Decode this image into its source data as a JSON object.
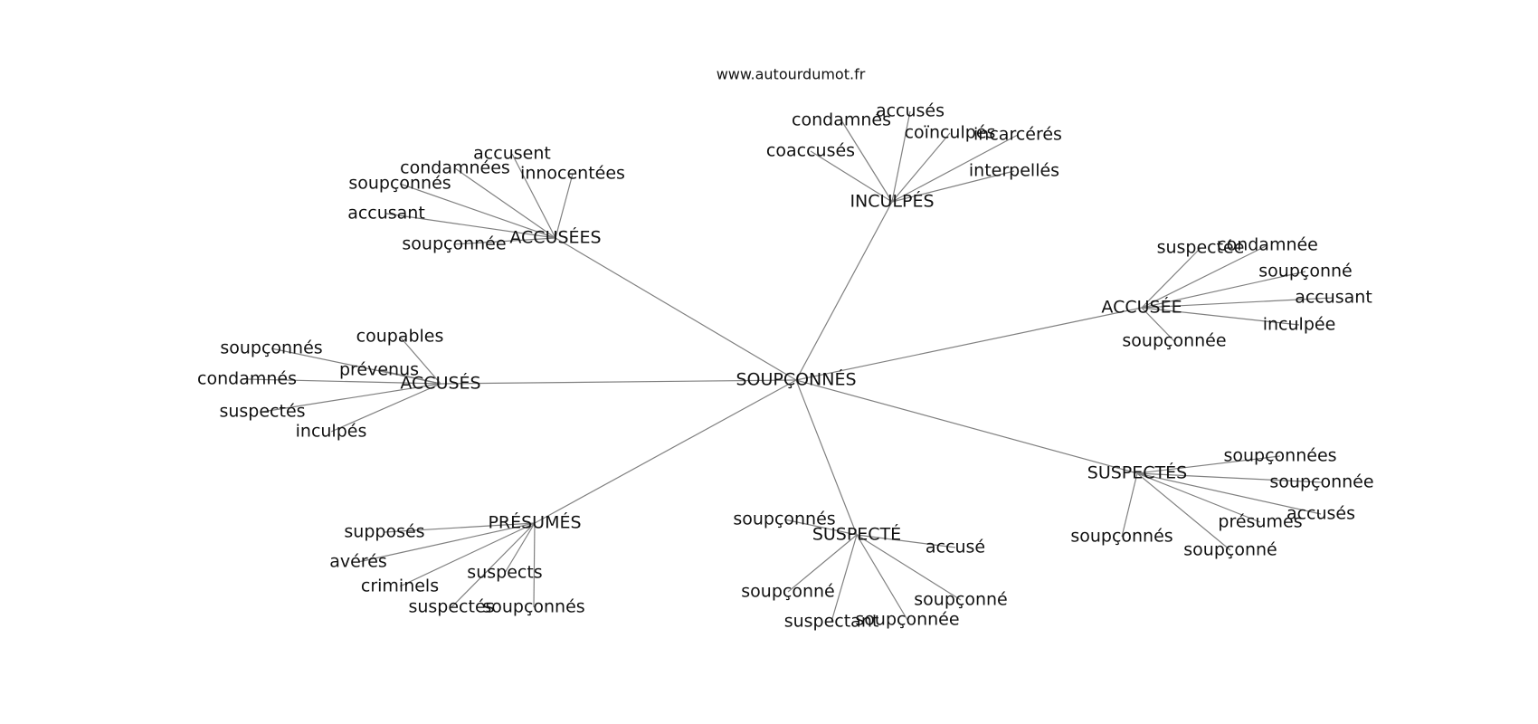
{
  "source": "www.autourdumot.fr",
  "graph": {
    "center": "SOUPÇONNÉS",
    "clusters": [
      {
        "hub": "ACCUSÉES",
        "leaves": [
          "accusent",
          "condamnées",
          "innocentées",
          "soupçonnés",
          "accusant",
          "soupçonnée"
        ]
      },
      {
        "hub": "INCULPÉS",
        "leaves": [
          "accusés",
          "condamnés",
          "coïnculpés",
          "incarcérés",
          "coaccusés",
          "interpellés"
        ]
      },
      {
        "hub": "ACCUSÉE",
        "leaves": [
          "suspectée",
          "condamnée",
          "soupçonné",
          "accusant",
          "inculpée",
          "soupçonnée"
        ]
      },
      {
        "hub": "ACCUSÉS",
        "leaves": [
          "coupables",
          "soupçonnés",
          "prévenus",
          "condamnés",
          "suspectés",
          "inculpés"
        ]
      },
      {
        "hub": "SUSPECTÉS",
        "leaves": [
          "soupçonnées",
          "soupçonnée",
          "accusés",
          "présumés",
          "soupçonnés",
          "soupçonné"
        ]
      },
      {
        "hub": "PRÉSUMÉS",
        "leaves": [
          "supposés",
          "avérés",
          "suspects",
          "criminels",
          "suspectés",
          "soupçonnés"
        ]
      },
      {
        "hub": "SUSPECTÉ",
        "leaves": [
          "soupçonnés",
          "accusé",
          "soupçonné",
          "soupçonné",
          "suspectant",
          "soupçonnée"
        ]
      }
    ]
  }
}
